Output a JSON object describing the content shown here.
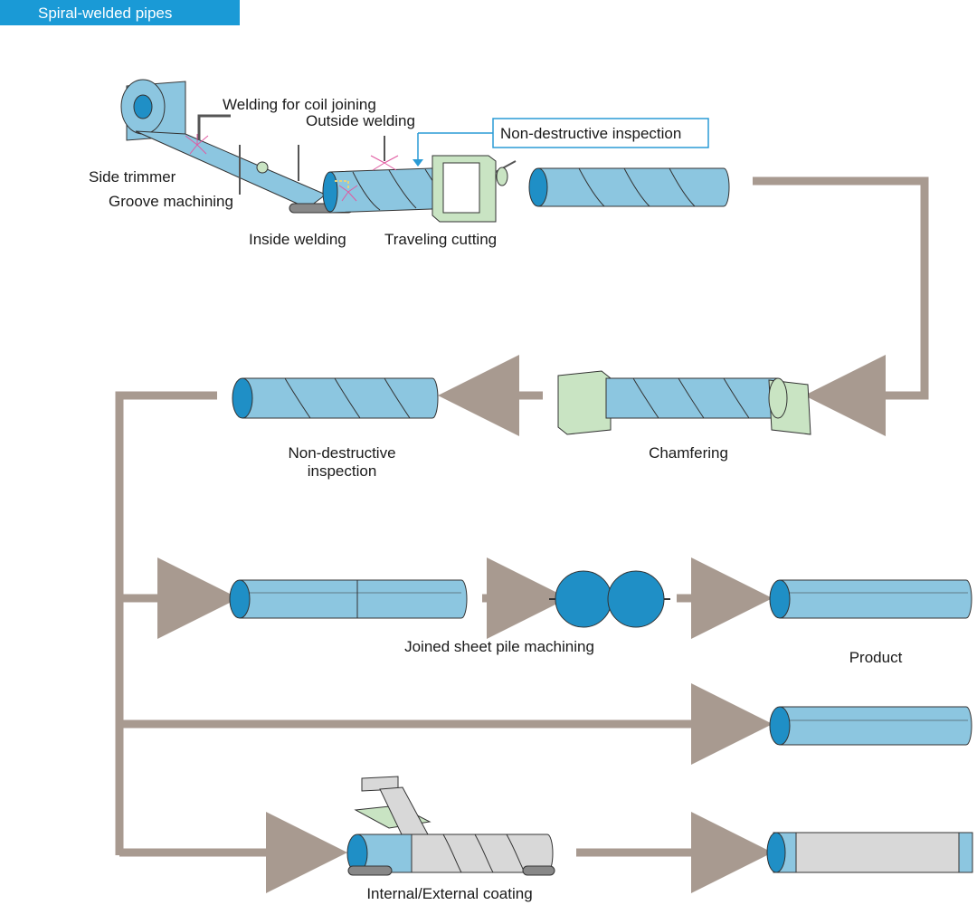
{
  "header": {
    "title": "Spiral-welded pipes"
  },
  "labels": {
    "welding_for_coil_joining": "Welding for coil joining",
    "outside_welding": "Outside welding",
    "non_destructive_inspection_box": "Non-destructive inspection",
    "side_trimmer": "Side trimmer",
    "groove_machining": "Groove machining",
    "inside_welding": "Inside welding",
    "traveling_cutting": "Traveling cutting",
    "nd_inspection_line1": "Non-destructive",
    "nd_inspection_line2": "inspection",
    "chamfering": "Chamfering",
    "joined_sheet_pile_machining": "Joined sheet pile machining",
    "product": "Product",
    "internal_external_coating": "Internal/External coating"
  },
  "colors": {
    "title_bar": "#1a9ad6",
    "pipe_body": "#8cc6e0",
    "pipe_end": "#1f8fc6",
    "flow_arrow": "#a89a90",
    "machine": "#c9e4c3",
    "inspection_box_border": "#2a9bd5",
    "coating": "#d8d8d8"
  }
}
